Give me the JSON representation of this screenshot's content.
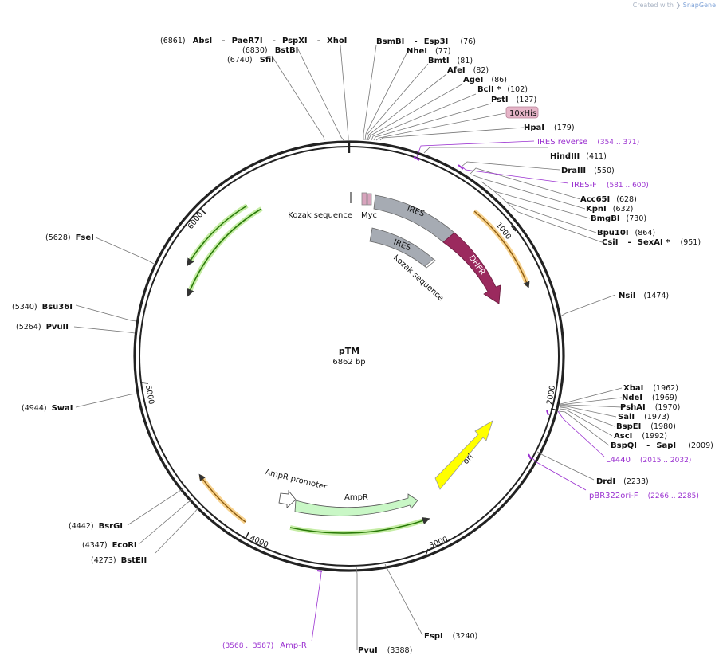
{
  "credit": {
    "prefix": "Created with",
    "brand": "SnapGene"
  },
  "plasmid": {
    "name": "pTM",
    "size": "6862 bp",
    "length": 6862
  },
  "ticks": [
    "1000",
    "2000",
    "3000",
    "4000",
    "5000",
    "6000"
  ],
  "sites": [
    {
      "name": "AbsI",
      "pos": "(6861)",
      "sep": "-"
    },
    {
      "name": "PaeR7I",
      "pos": "",
      "sep": "-"
    },
    {
      "name": "PspXI",
      "pos": "",
      "sep": "-"
    },
    {
      "name": "XhoI",
      "pos": ""
    },
    {
      "name": "BstBI",
      "pos": "(6830)"
    },
    {
      "name": "SfiI",
      "pos": "(6740)"
    },
    {
      "name": "BsmBI",
      "pos": "",
      "sep": "-"
    },
    {
      "name": "Esp3I",
      "pos": "(76)"
    },
    {
      "name": "NheI",
      "pos": "(77)"
    },
    {
      "name": "BmtI",
      "pos": "(81)"
    },
    {
      "name": "AfeI",
      "pos": "(82)"
    },
    {
      "name": "AgeI",
      "pos": "(86)"
    },
    {
      "name": "BclI *",
      "pos": "(102)"
    },
    {
      "name": "PstI",
      "pos": "(127)"
    },
    {
      "name": "HpaI",
      "pos": "(179)"
    },
    {
      "name": "HindIII",
      "pos": "(411)"
    },
    {
      "name": "DraIII",
      "pos": "(550)"
    },
    {
      "name": "Acc65I",
      "pos": "(628)"
    },
    {
      "name": "KpnI",
      "pos": "(632)"
    },
    {
      "name": "BmgBI",
      "pos": "(730)"
    },
    {
      "name": "Bpu10I",
      "pos": "(864)"
    },
    {
      "name": "CsiI",
      "pos": "",
      "sep": "-"
    },
    {
      "name": "SexAI *",
      "pos": "(951)"
    },
    {
      "name": "NsiI",
      "pos": "(1474)"
    },
    {
      "name": "XbaI",
      "pos": "(1962)"
    },
    {
      "name": "NdeI",
      "pos": "(1969)"
    },
    {
      "name": "PshAI",
      "pos": "(1970)"
    },
    {
      "name": "SalI",
      "pos": "(1973)"
    },
    {
      "name": "BspEI",
      "pos": "(1980)"
    },
    {
      "name": "AscI",
      "pos": "(1992)"
    },
    {
      "name": "BspQI",
      "pos": "",
      "sep": "-"
    },
    {
      "name": "SapI",
      "pos": "(2009)"
    },
    {
      "name": "DrdI",
      "pos": "(2233)"
    },
    {
      "name": "FspI",
      "pos": "(3240)"
    },
    {
      "name": "PvuI",
      "pos": "(3388)"
    },
    {
      "name": "BstEII",
      "pos": "(4273)"
    },
    {
      "name": "EcoRI",
      "pos": "(4347)"
    },
    {
      "name": "BsrGI",
      "pos": "(4442)"
    },
    {
      "name": "SwaI",
      "pos": "(4944)"
    },
    {
      "name": "PvuII",
      "pos": "(5264)"
    },
    {
      "name": "Bsu36I",
      "pos": "(5340)"
    },
    {
      "name": "FseI",
      "pos": "(5628)"
    }
  ],
  "primers": [
    {
      "name": "IRES reverse",
      "range": "(354 .. 371)"
    },
    {
      "name": "IRES-F",
      "range": "(581 .. 600)"
    },
    {
      "name": "L4440",
      "range": "(2015 .. 2032)"
    },
    {
      "name": "pBR322ori-F",
      "range": "(2266 .. 2285)"
    },
    {
      "name": "Amp-R",
      "range": "(3568 .. 3587)"
    }
  ],
  "features": {
    "his": "10xHis",
    "myc": "Myc",
    "kozak1": "Kozak sequence",
    "ires1": "IRES",
    "ires2": "IRES",
    "kozak2": "Kozak sequence",
    "dhfr": "DHFR",
    "ori": "ori",
    "ampr": "AmpR",
    "ampr_promoter": "AmpR promoter"
  },
  "colors": {
    "backbone": "#222222",
    "ires": "#a6abb3",
    "dhfr": "#9b2a5e",
    "ori": "#ffff00",
    "ampr": "#c9f7c6",
    "orf_orange": "#f0a020",
    "orf_green": "#3a9e0e",
    "primer": "#9a30d0",
    "his_tag": "#e6b5c8"
  }
}
